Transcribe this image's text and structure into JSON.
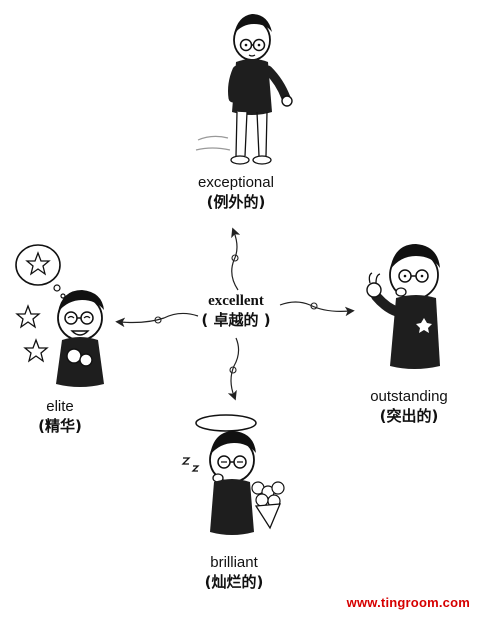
{
  "center": {
    "en": "excellent",
    "cn": "( 卓越的 )"
  },
  "top": {
    "en": "exceptional",
    "cn": "(例外的)"
  },
  "left": {
    "en": "elite",
    "cn": "(精华)"
  },
  "right": {
    "en": "outstanding",
    "cn": "(突出的)"
  },
  "bottom": {
    "en": "brilliant",
    "cn": "(灿烂的)"
  },
  "watermark": "www.tingroom.com",
  "colors": {
    "ink": "#111111",
    "watermark": "#d60000",
    "shirt": "#1e1e1e"
  }
}
